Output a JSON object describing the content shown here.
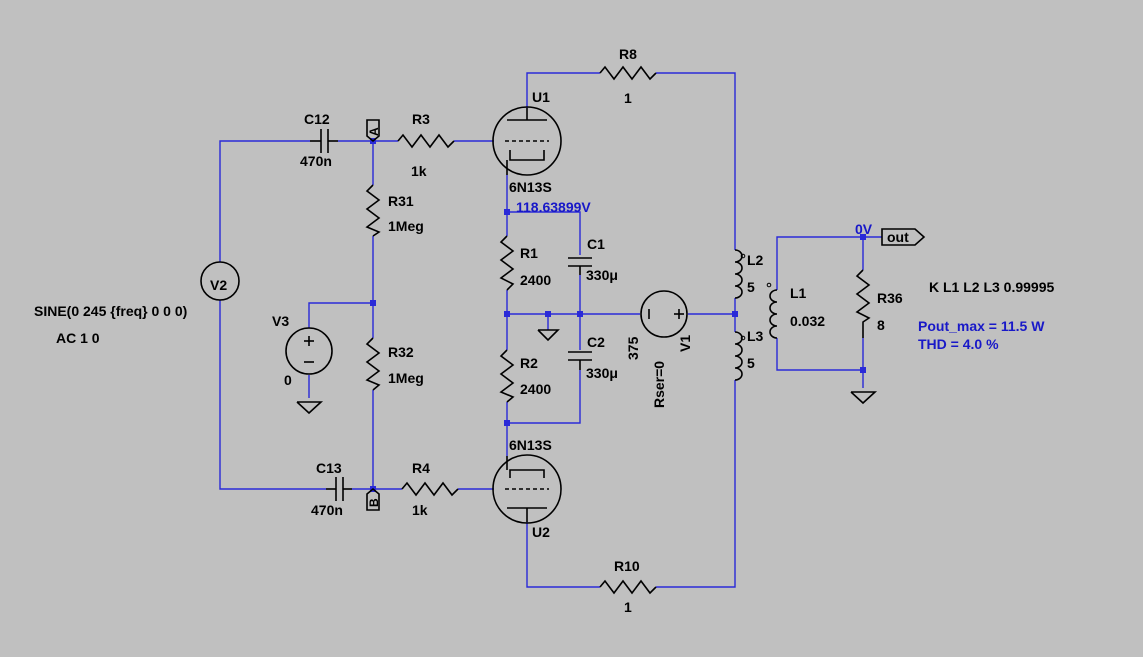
{
  "labels": {
    "r8_name": "R8",
    "r8_value": "1",
    "u1_name": "U1",
    "u1_model": "6N13S",
    "r3_name": "R3",
    "r3_value": "1k",
    "c12_name": "C12",
    "c12_value": "470n",
    "net_a": "A",
    "r31_name": "R31",
    "r31_value": "1Meg",
    "v2_name": "V2",
    "v2_spec": "SINE(0 245 {freq} 0 0 0)",
    "v2_ac": "AC 1 0",
    "v3_name": "V3",
    "v3_value": "0",
    "r32_name": "R32",
    "r32_value": "1Meg",
    "node_voltage": "118.63899V",
    "r1_name": "R1",
    "r1_value": "2400",
    "c1_name": "C1",
    "c1_value": "330μ",
    "r2_name": "R2",
    "r2_value": "2400",
    "c2_name": "C2",
    "c2_value": "330μ",
    "v1_name": "V1",
    "v1_value": "375",
    "v1_rser": "Rser=0",
    "u2_model": "6N13S",
    "u2_name": "U2",
    "c13_name": "C13",
    "c13_value": "470n",
    "net_b": "B",
    "r4_name": "R4",
    "r4_value": "1k",
    "r10_name": "R10",
    "r10_value": "1",
    "l2_name": "L2",
    "l2_value": "5",
    "l3_name": "L3",
    "l3_value": "5",
    "l1_name": "L1",
    "l1_value": "0.032",
    "out_voltage": "0V",
    "out_label": "out",
    "r36_name": "R36",
    "r36_value": "8",
    "coupling": "K L1 L2 L3 0.99995",
    "pout": "Pout_max = 11.5 W",
    "thd": "THD = 4.0 %"
  },
  "colors": {
    "background": "#c0c0c0",
    "wire": "#2a2ad8",
    "component": "#000000",
    "annotation": "#1818c8"
  }
}
